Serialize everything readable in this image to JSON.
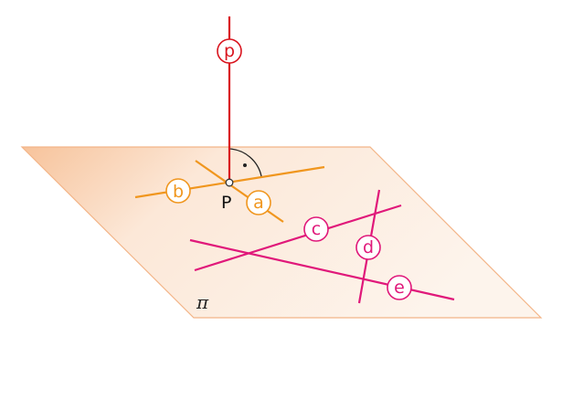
{
  "plane": {
    "label": "π"
  },
  "point": {
    "label": "P"
  },
  "lines": {
    "p": "p",
    "a": "a",
    "b": "b",
    "c": "c",
    "d": "d",
    "e": "e"
  },
  "colors": {
    "perpendicular": "#d9141e",
    "through_point": "#f0961e",
    "in_plane": "#e0187a",
    "plane_fill_dark": "#f7c7a3",
    "plane_fill_light": "#fdf3ea",
    "plane_edge": "#f3b487"
  }
}
